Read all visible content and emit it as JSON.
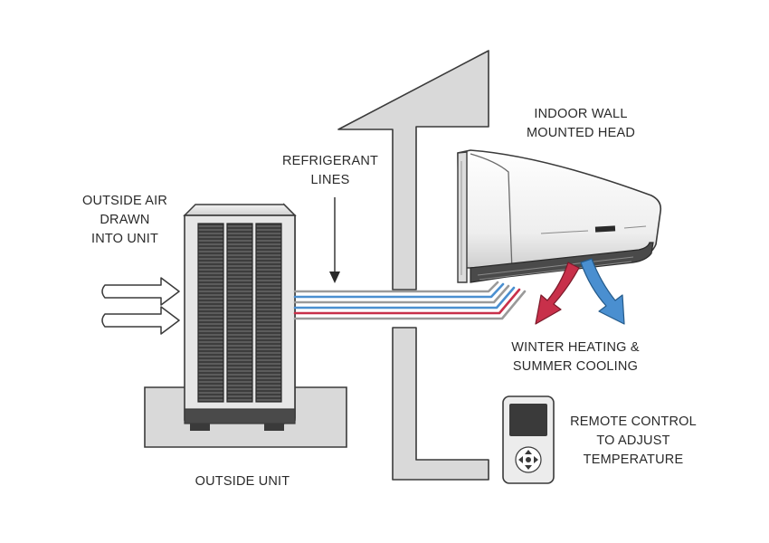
{
  "labels": {
    "outside_air": [
      "OUTSIDE AIR",
      "DRAWN",
      "INTO UNIT"
    ],
    "refrigerant_lines": [
      "REFRIGERANT",
      "LINES"
    ],
    "indoor_head": [
      "INDOOR WALL",
      "MOUNTED HEAD"
    ],
    "heating_cooling": [
      "WINTER HEATING &",
      "SUMMER COOLING"
    ],
    "remote": [
      "REMOTE CONTROL",
      "TO ADJUST",
      "TEMPERATURE"
    ],
    "outside_unit": "OUTSIDE UNIT"
  },
  "colors": {
    "outline": "#3a3a3a",
    "wall_fill": "#d9d9d9",
    "warm_air": "#c8304a",
    "cool_air": "#4a8fd0",
    "line_red": "#c8304a",
    "line_blue": "#4a8fd0",
    "line_gray": "#9a9a9a"
  }
}
